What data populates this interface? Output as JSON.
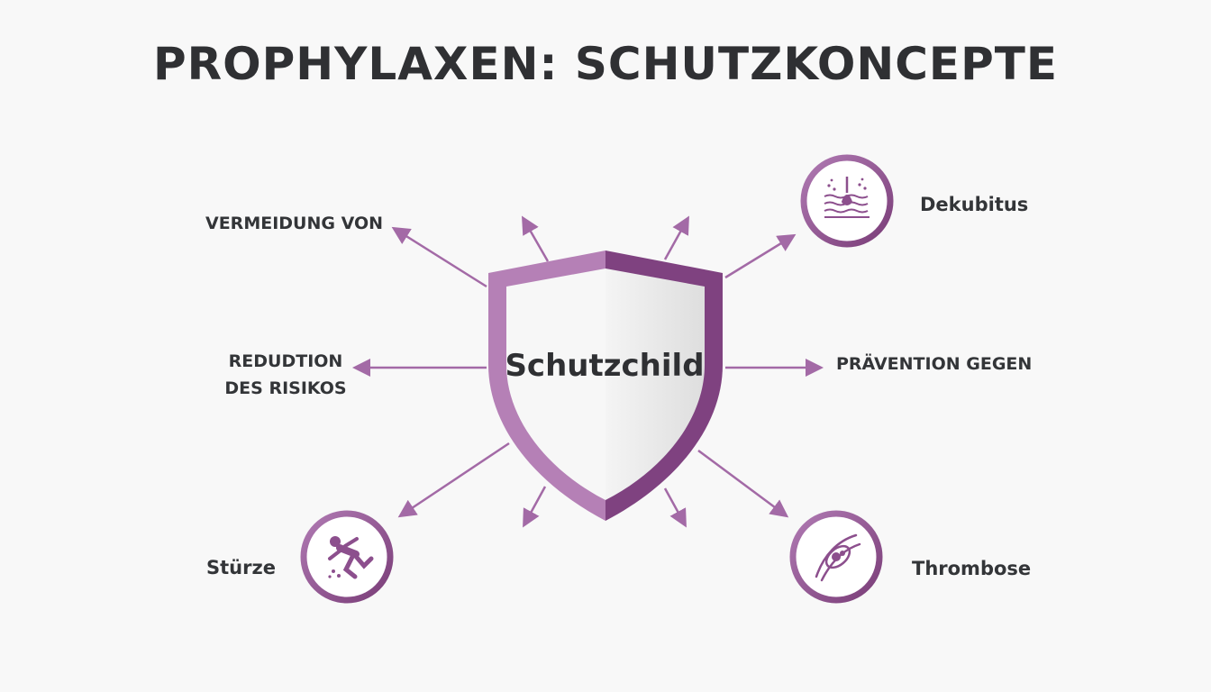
{
  "title": "PROPHYLAXEN: SCHUTZKONCEPTE",
  "shield": {
    "label": "Schutzchild"
  },
  "labels": {
    "vermeidung": "VERMEIDUNG VON",
    "reduktion_line1": "REDUDTION",
    "reduktion_line2": "DES RISIKOS",
    "praevention": "PRÄVENTION GEGEN",
    "dekubitus": "Dekubitus",
    "stuerze": "Stürze",
    "thrombose": "Thrombose"
  },
  "icons": {
    "dekubitus": "skin-layers-icon",
    "stuerze": "falling-person-icon",
    "thrombose": "blood-vessel-clot-icon"
  },
  "colors": {
    "accent": "#9c5a9e",
    "accent_dark": "#7a3d78",
    "arrow": "#a36aa6",
    "text": "#333538"
  }
}
